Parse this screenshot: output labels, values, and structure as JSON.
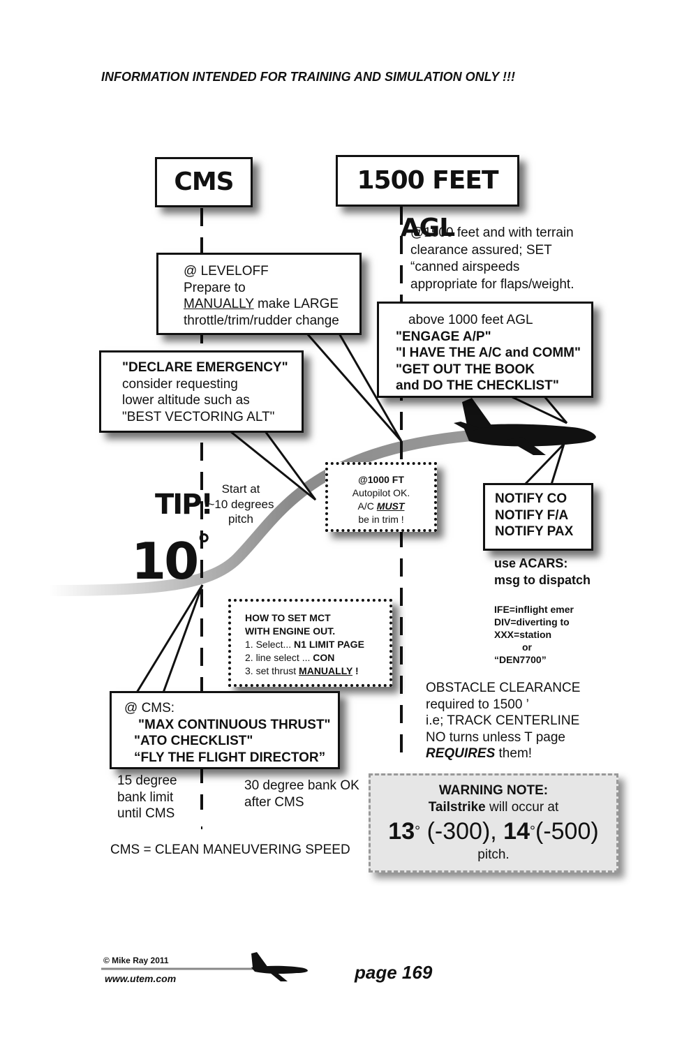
{
  "header_note": "INFORMATION INTENDED FOR TRAINING AND SIMULATION ONLY !!!",
  "titles": {
    "cms": "CMS",
    "agl": "1500 FEET AGL"
  },
  "terrain_text": [
    "@1500 feet and with terrain",
    "clearance assured; SET",
    "“canned airspeeds",
    "appropriate for flaps/weight."
  ],
  "leveloff": {
    "line1": "@ LEVELOFF",
    "line2": "Prepare to",
    "line3_underlined": "MANUALLY",
    "line3_rest": " make LARGE",
    "line4": "throttle/trim/rudder change"
  },
  "declare": {
    "line1": "\"DECLARE EMERGENCY\"",
    "line2": "consider requesting",
    "line3": "lower altitude such as",
    "line4": "\"BEST VECTORING ALT\""
  },
  "engage": {
    "line1": "above 1000 feet AGL",
    "line2": "\"ENGAGE A/P\"",
    "line3": "\"I HAVE THE A/C and COMM\"",
    "line4": "\"GET OUT THE BOOK",
    "line5": "and DO THE CHECKLIST\""
  },
  "at1000": {
    "line1": "@1000 FT",
    "line2": "Autopilot OK.",
    "line3a": "A/C ",
    "line3b": "MUST",
    "line4": "be in trim !"
  },
  "notify": {
    "line1": "NOTIFY CO",
    "line2": "NOTIFY F/A",
    "line3": "NOTIFY PAX"
  },
  "start_pitch": {
    "line1": "Start at",
    "line2": "~10 degrees",
    "line3": "pitch"
  },
  "tip": {
    "label": "TIP!",
    "value": "10",
    "degree": "°"
  },
  "acars": {
    "line1": "use ACARS:",
    "line2": "msg to dispatch"
  },
  "codes": {
    "line1": "IFE=inflight emer",
    "line2": "DIV=diverting to",
    "line3": "XXX=station",
    "line4": "or",
    "line5": "“DEN7700”"
  },
  "mct": {
    "line1": "HOW TO SET MCT",
    "line2": "WITH ENGINE OUT.",
    "line3a": "1.  Select... ",
    "line3b": "N1 LIMIT PAGE",
    "line4a": "2. line select ... ",
    "line4b": "CON",
    "line5a": "3. set thrust ",
    "line5b": "MANUALLY",
    "line5c": " !"
  },
  "obstacle": {
    "line1": "OBSTACLE CLEARANCE",
    "line2": "required to 1500 ’",
    "line3": "i.e; TRACK CENTERLINE",
    "line4": "NO turns unless T page",
    "line5a": "REQUIRES",
    "line5b": " them!"
  },
  "at_cms": {
    "line1": "@ CMS:",
    "line2": "\"MAX CONTINUOUS THRUST\"",
    "line3": "\"ATO CHECKLIST\"",
    "line4": "“FLY THE FLIGHT DIRECTOR”"
  },
  "bank15": {
    "line1": "15 degree",
    "line2": "bank limit",
    "line3": "until CMS"
  },
  "bank30": {
    "line1": "30 degree bank OK",
    "line2": "after CMS"
  },
  "cms_definition": "CMS = CLEAN MANEUVERING SPEED",
  "warning": {
    "title": "WARNING NOTE:",
    "line2a": "Tailstrike",
    "line2b": " will occur at",
    "v1": "13",
    "v1_note": " (-300), ",
    "v2": "14",
    "v2_note": "(-500)",
    "deg": "°",
    "line4": "pitch."
  },
  "footer": {
    "copyright": "© Mike Ray 2011",
    "url": "www.utem.com",
    "page": "page 169"
  }
}
